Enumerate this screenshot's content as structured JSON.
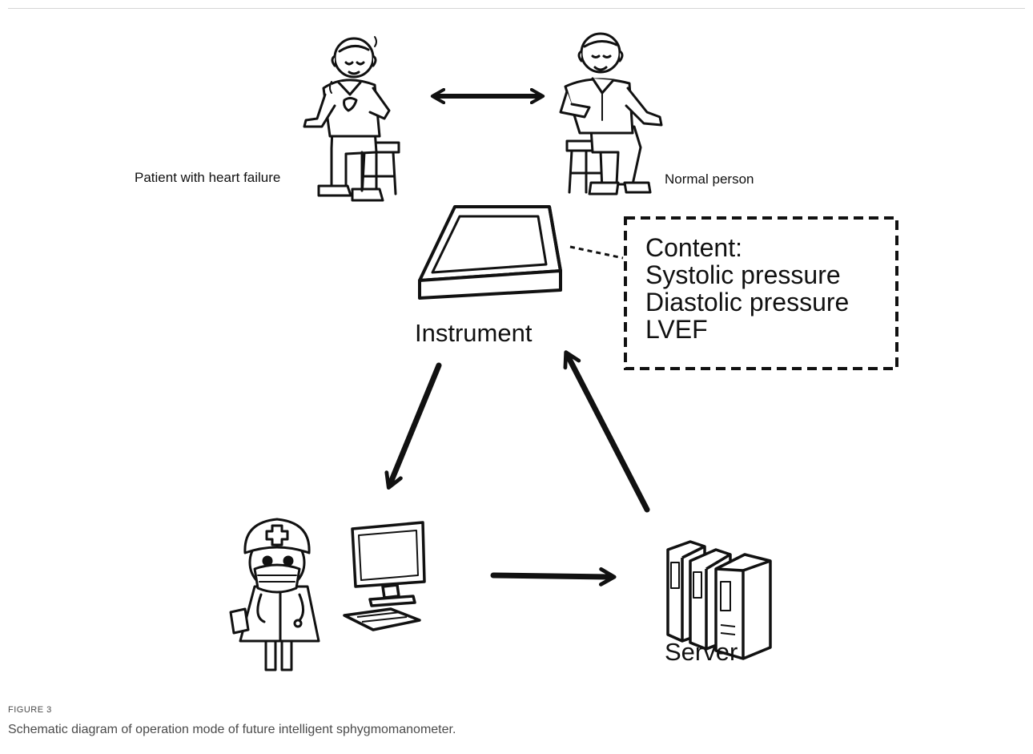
{
  "figure": {
    "labels": {
      "patient": "Patient with heart failure",
      "normal": "Normal person",
      "instrument": "Instrument",
      "server": "Server"
    },
    "content_box": {
      "lines": [
        "Content:",
        "Systolic pressure",
        "Diastolic pressure",
        "LVEF"
      ]
    },
    "icons": {
      "patient": "elderly-patient-icon",
      "normal": "elderly-person-icon",
      "instrument": "monitor-device-icon",
      "doctor": "doctor-icon",
      "computer": "computer-icon",
      "server": "server-rack-icon"
    }
  },
  "caption": {
    "label": "FIGURE 3",
    "text": "Schematic diagram of operation mode of future intelligent sphygmomanometer."
  }
}
